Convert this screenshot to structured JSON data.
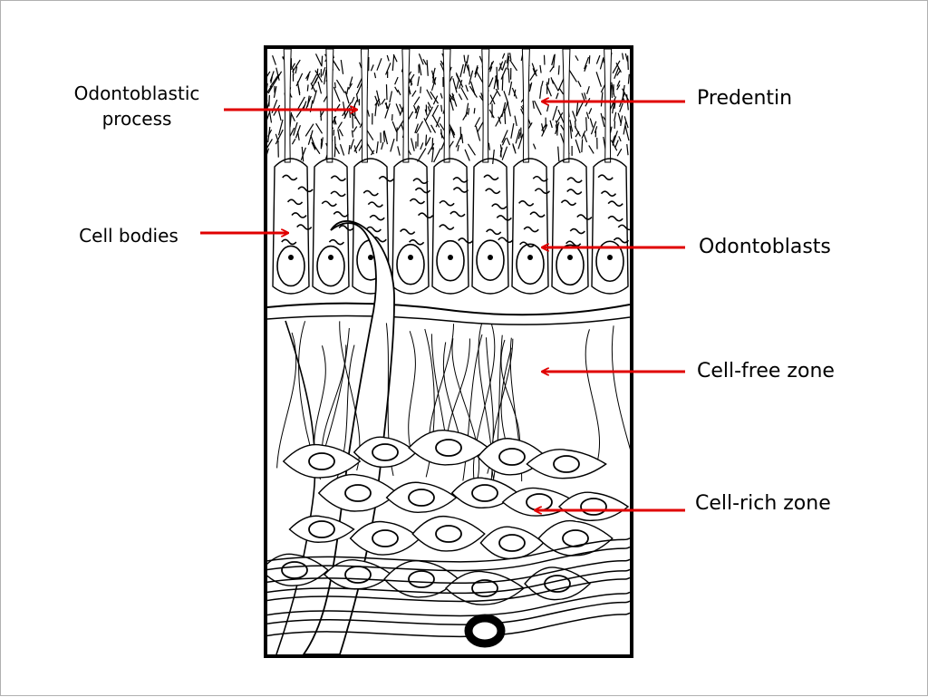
{
  "labels": {
    "odontoblastic_process_line1": "Odontoblastic",
    "odontoblastic_process_line2": "process",
    "cell_bodies": "Cell bodies",
    "predentin": "Predentin",
    "odontoblasts": "Odontoblasts",
    "cell_free_zone": "Cell-free zone",
    "cell_rich_zone": "Cell-rich zone"
  },
  "colors": {
    "arrow": "#e00000",
    "ink": "#000000",
    "frame": "#000000"
  }
}
